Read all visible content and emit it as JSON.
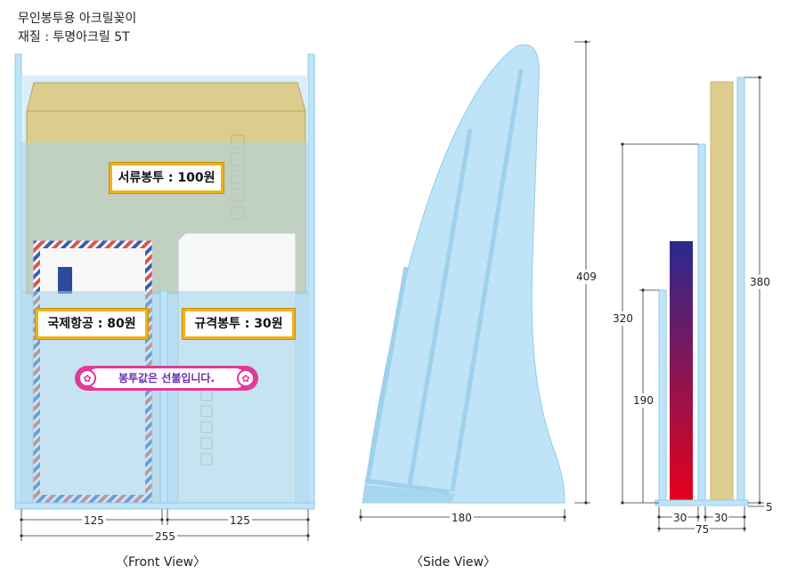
{
  "header": {
    "line1": "무인봉투용 아크릴꽂이",
    "line2": "재질 : 투명아크릴 5T"
  },
  "front_view": {
    "caption": "〈Front View〉",
    "labels": {
      "document": "서류봉투 : 100원",
      "airmail": "국제항공 : 80원",
      "standard": "규격봉투 : 30원"
    },
    "banner": "봉투값은 선불입니다.",
    "dims": {
      "left_width": "125",
      "right_width": "125",
      "total_width": "255"
    }
  },
  "side_view": {
    "caption": "〈Side View〉",
    "dims": {
      "height": "409",
      "base": "180"
    }
  },
  "section_view": {
    "dims": {
      "h320": "320",
      "h190": "190",
      "h380": "380",
      "base5": "5",
      "w30a": "30",
      "w30b": "30",
      "w75": "75"
    }
  },
  "colors": {
    "acrylic": "#bfe4f7",
    "acrylic_edge": "#8fcaea",
    "kraft": "#dccd8e",
    "gradient_top": "#2a2a8e",
    "gradient_bottom": "#e8001a",
    "label_border": "#f3b21a",
    "banner_pink": "#e23a9a"
  }
}
